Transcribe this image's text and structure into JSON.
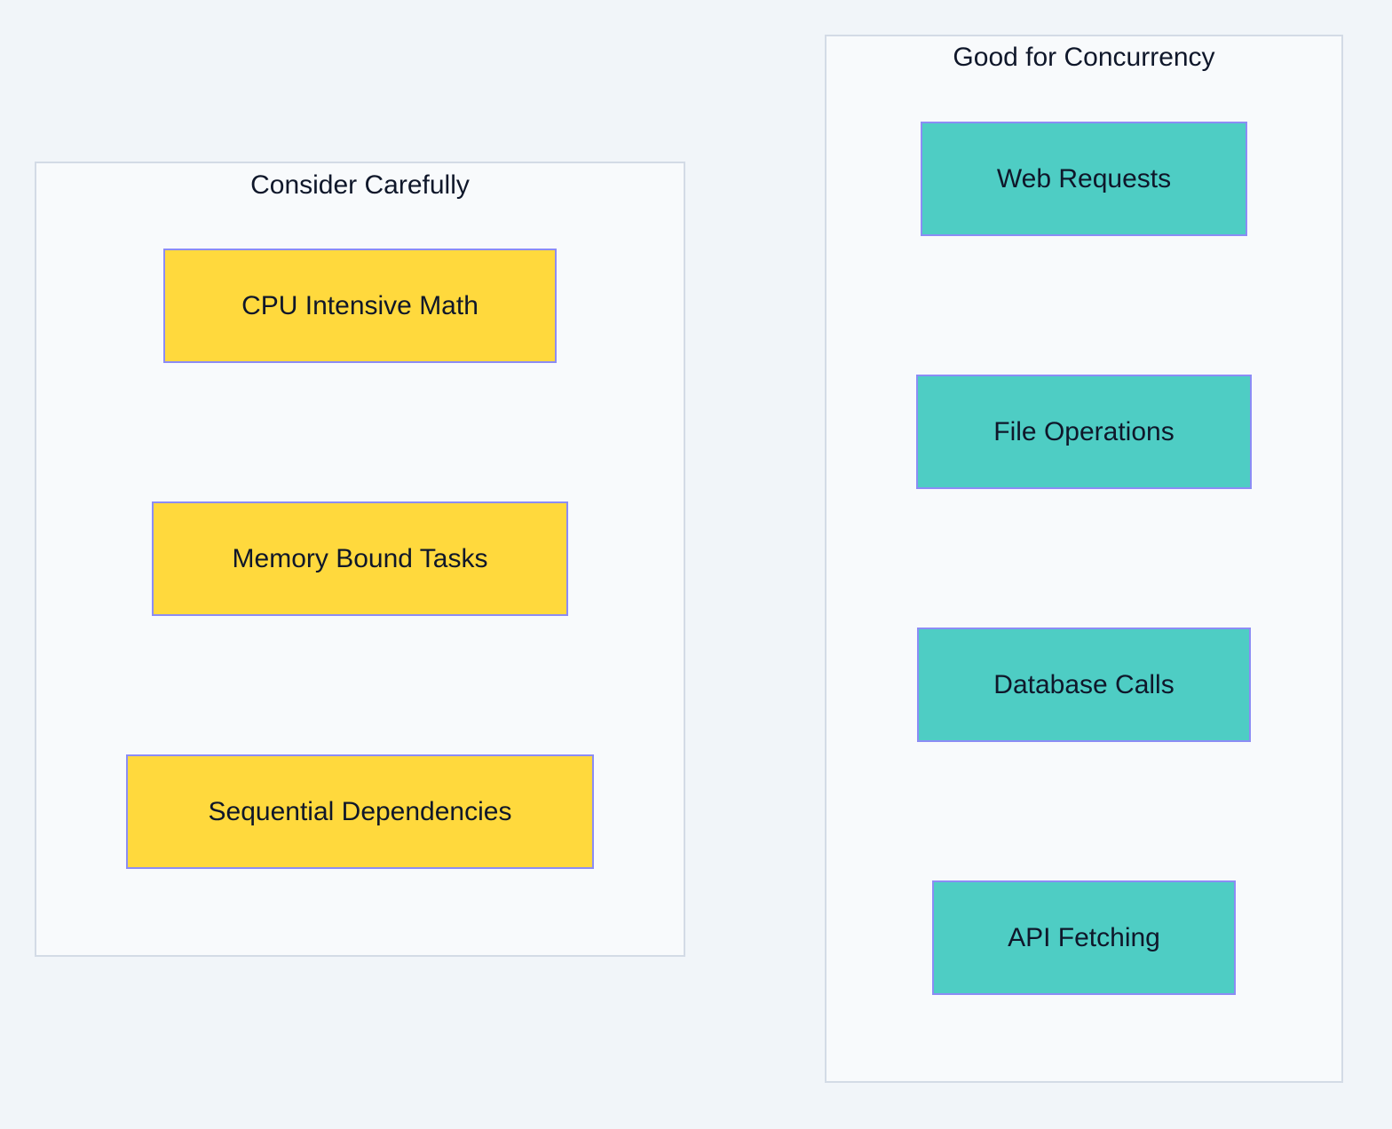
{
  "colors": {
    "background": "#f1f5f9",
    "cluster_fill": "#f8fafc",
    "cluster_border": "#d3dbe6",
    "caution": "#FFD93D",
    "good": "#4ECDC4",
    "node_border": "#8c8cf5",
    "text": "#0f172a"
  },
  "clusters": {
    "consider": {
      "title": "Consider Carefully",
      "nodes": [
        "CPU Intensive Math",
        "Memory Bound Tasks",
        "Sequential Dependencies"
      ]
    },
    "good": {
      "title": "Good for Concurrency",
      "nodes": [
        "Web Requests",
        "File Operations",
        "Database Calls",
        "API Fetching"
      ]
    }
  }
}
